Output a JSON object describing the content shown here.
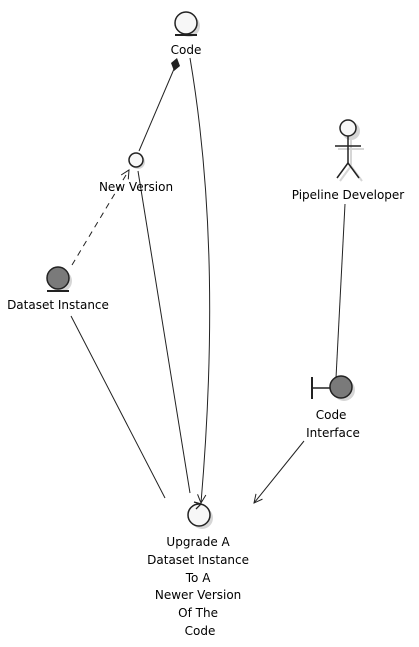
{
  "diagram": {
    "nodes": {
      "code": {
        "label": "Code",
        "kind": "entity"
      },
      "new_version": {
        "label": "New Version",
        "kind": "entity-small"
      },
      "dataset_instance": {
        "label": "Dataset Instance",
        "kind": "entity-filled"
      },
      "pipeline_developer": {
        "label": "Pipeline Developer",
        "kind": "actor"
      },
      "code_interface": {
        "label_lines": [
          "Code",
          "Interface"
        ],
        "kind": "boundary"
      },
      "upgrade": {
        "label_lines": [
          "Upgrade A",
          "Dataset Instance",
          "To A",
          "Newer Version",
          "Of The",
          "Code"
        ],
        "kind": "control"
      }
    },
    "edges": [
      {
        "from": "new_version",
        "to": "code",
        "style": "composition"
      },
      {
        "from": "dataset_instance",
        "to": "new_version",
        "style": "dashed-arrow"
      },
      {
        "from": "dataset_instance",
        "to": "upgrade",
        "style": "line"
      },
      {
        "from": "new_version",
        "to": "upgrade",
        "style": "line"
      },
      {
        "from": "code",
        "to": "upgrade",
        "style": "arrow"
      },
      {
        "from": "pipeline_developer",
        "to": "code_interface",
        "style": "line"
      },
      {
        "from": "code_interface",
        "to": "upgrade",
        "style": "arrow"
      }
    ],
    "colors": {
      "line": "#222222",
      "node_fill_light": "#f7f7f7",
      "node_fill_dark": "#7a7a7a",
      "shadow": "#d6d6d6"
    }
  }
}
